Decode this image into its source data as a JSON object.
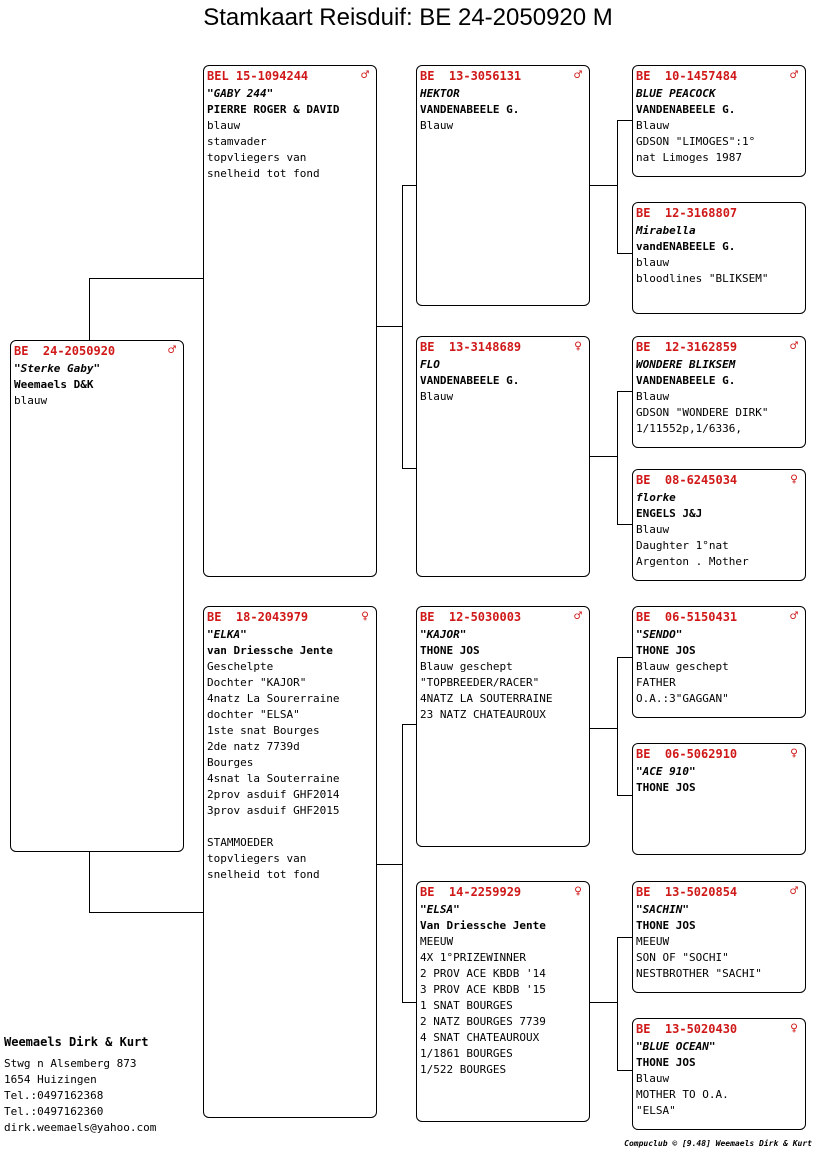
{
  "title": "Stamkaart Reisduif: BE  24-2050920 M",
  "cards": {
    "subject": {
      "ring": "BE  24-2050920",
      "sex": "♂",
      "name": "\"Sterke Gaby\"",
      "breeder": "Weemaels D&K",
      "lines": [
        "blauw"
      ]
    },
    "father": {
      "ring": "BEL 15-1094244",
      "sex": "♂",
      "name": "\"GABY 244\"",
      "breeder": "PIERRE ROGER & DAVID",
      "lines": [
        "blauw",
        "stamvader",
        "topvliegers van",
        "snelheid tot fond"
      ]
    },
    "mother": {
      "ring": "BE  18-2043979",
      "sex": "♀",
      "name": "\"ELKA\"",
      "breeder": "van Driessche Jente",
      "lines": [
        "Geschelpte",
        "Dochter \"KAJOR\"",
        "4natz La Sourerraine",
        "dochter \"ELSA\"",
        "1ste snat Bourges",
        "2de natz 7739d",
        "Bourges",
        "4snat la Souterraine",
        "2prov asduif GHF2014",
        "3prov asduif GHF2015",
        "",
        "STAMMOEDER",
        "topvliegers van",
        "snelheid tot fond"
      ]
    },
    "ff": {
      "ring": "BE  13-3056131",
      "sex": "♂",
      "name": "HEKTOR",
      "breeder": "VANDENABEELE G.",
      "lines": [
        "Blauw"
      ]
    },
    "fm": {
      "ring": "BE  13-3148689",
      "sex": "♀",
      "name": "FLO",
      "breeder": "VANDENABEELE G.",
      "lines": [
        "Blauw"
      ]
    },
    "mf": {
      "ring": "BE  12-5030003",
      "sex": "♂",
      "name": "\"KAJOR\"",
      "breeder": "THONE JOS",
      "lines": [
        "Blauw geschept",
        "\"TOPBREEDER/RACER\"",
        "4NATZ LA SOUTERRAINE",
        "23 NATZ CHATEAUROUX"
      ]
    },
    "mm": {
      "ring": "BE  14-2259929",
      "sex": "♀",
      "name": "\"ELSA\"",
      "breeder": "Van Driessche Jente",
      "lines": [
        "MEEUW",
        "4X 1°PRIZEWINNER",
        "2 PROV ACE KBDB '14",
        "3 PROV ACE KBDB '15",
        "1 SNAT BOURGES",
        "2 NATZ BOURGES 7739",
        "4 SNAT CHATEAUROUX",
        "1/1861 BOURGES",
        "1/522 BOURGES"
      ]
    },
    "fff": {
      "ring": "BE  10-1457484",
      "sex": "♂",
      "name": "BLUE PEACOCK",
      "breeder": "VANDENABEELE G.",
      "lines": [
        "Blauw",
        "GDSON \"LIMOGES\":1°",
        "nat Limoges 1987"
      ]
    },
    "ffm": {
      "ring": "BE  12-3168807",
      "sex": "",
      "name": "Mirabella",
      "breeder": "vandENABEELE G.",
      "lines": [
        "blauw",
        "bloodlines \"BLIKSEM\""
      ]
    },
    "fmf": {
      "ring": "BE  12-3162859",
      "sex": "♂",
      "name": "WONDERE BLIKSEM",
      "breeder": "VANDENABEELE G.",
      "lines": [
        "Blauw",
        "GDSON \"WONDERE DIRK\"",
        "1/11552p,1/6336,"
      ]
    },
    "fmm": {
      "ring": "BE  08-6245034",
      "sex": "♀",
      "name": "florke",
      "breeder": "ENGELS J&J",
      "lines": [
        "Blauw",
        "Daughter 1°nat",
        "Argenton . Mother"
      ]
    },
    "mff": {
      "ring": "BE  06-5150431",
      "sex": "♂",
      "name": "\"SENDO\"",
      "breeder": "THONE JOS",
      "lines": [
        "Blauw geschept",
        "FATHER",
        "O.A.:3\"GAGGAN\""
      ]
    },
    "mfm": {
      "ring": "BE  06-5062910",
      "sex": "♀",
      "name": "\"ACE 910\"",
      "breeder": "THONE JOS",
      "lines": []
    },
    "mmf": {
      "ring": "BE  13-5020854",
      "sex": "♂",
      "name": "\"SACHIN\"",
      "breeder": "THONE JOS",
      "lines": [
        "MEEUW",
        "SON OF \"SOCHI\"",
        "NESTBROTHER \"SACHI\""
      ]
    },
    "mmm": {
      "ring": "BE  13-5020430",
      "sex": "♀",
      "name": "\"BLUE OCEAN\"",
      "breeder": "THONE JOS",
      "lines": [
        "Blauw",
        "MOTHER TO O.A.",
        "\"ELSA\""
      ]
    }
  },
  "owner": {
    "name": "Weemaels Dirk & Kurt",
    "address": "Stwg n Alsemberg 873",
    "city": "1654  Huizingen",
    "tel1": "Tel.:0497162368",
    "tel2": "Tel.:0497162360",
    "email": "dirk.weemaels@yahoo.com"
  },
  "footer": "Compuclub © [9.48]  Weemaels Dirk & Kurt"
}
